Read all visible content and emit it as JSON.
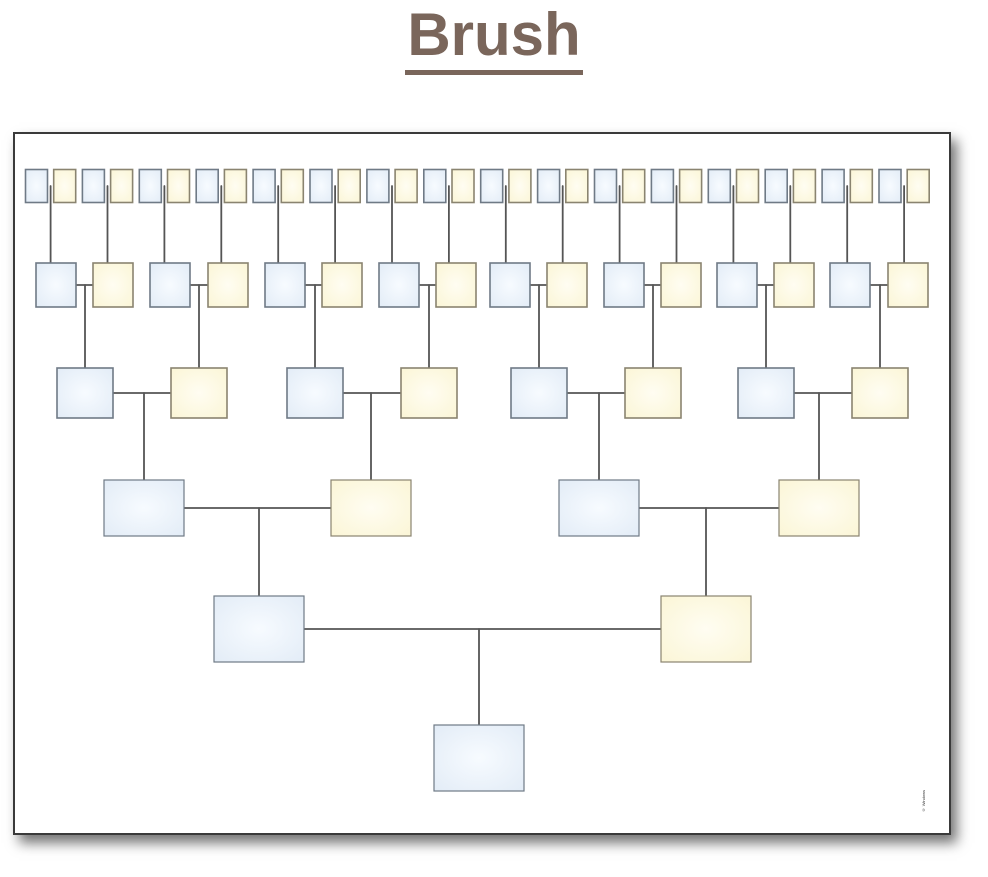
{
  "title": "Brush",
  "credit": "© Windows",
  "colors": {
    "title": "#7a665b",
    "male_fill": "#e4edf7",
    "male_center": "#f7fbff",
    "male_stroke": "#6f7a86",
    "female_fill": "#fbf6d8",
    "female_center": "#fffdf2",
    "female_stroke": "#8a8470",
    "connector": "#555555"
  },
  "tree": {
    "generations": 6,
    "root_box": "male",
    "pair_order": [
      "male",
      "female"
    ]
  }
}
